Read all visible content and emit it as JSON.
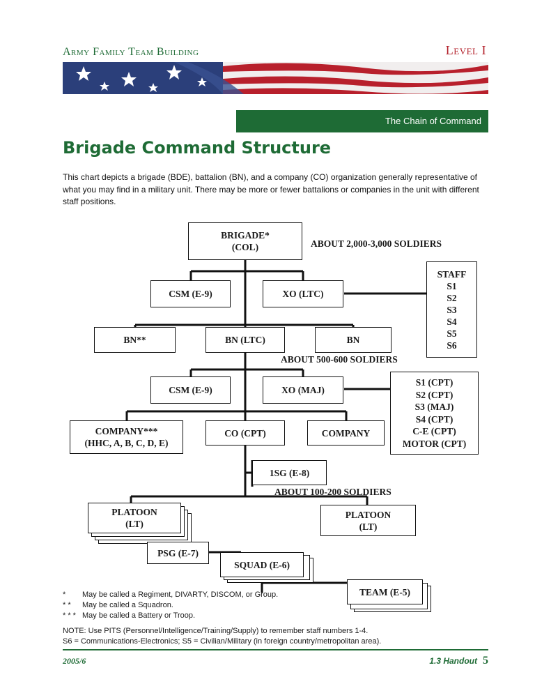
{
  "header": {
    "series_title": "Army Family Team Building",
    "level": "Level I",
    "section": "The Chain of Command"
  },
  "title": "Brigade Command Structure",
  "intro": "This chart depicts a brigade (BDE), battalion (BN), and a company (CO) organization generally representative of what you may find in a military unit. There may be more or fewer battalions or companies in the unit with different staff positions.",
  "chart": {
    "brigade": [
      "BRIGADE*",
      "(COL)"
    ],
    "brigade_size": "ABOUT 2,000-3,000 SOLDIERS",
    "bde_csm": "CSM (E-9)",
    "bde_xo": "XO (LTC)",
    "staff": [
      "STAFF",
      "S1",
      "S2",
      "S3",
      "S4",
      "S5",
      "S6"
    ],
    "bn_left": "BN**",
    "bn_center": "BN (LTC)",
    "bn_right": "BN",
    "bn_size": "ABOUT 500-600 SOLDIERS",
    "bn_csm": "CSM (E-9)",
    "bn_xo": "XO (MAJ)",
    "bn_staff": [
      "S1 (CPT)",
      "S2 (CPT)",
      "S3 (MAJ)",
      "S4 (CPT)",
      "C-E (CPT)",
      "MOTOR (CPT)"
    ],
    "company_left": [
      "COMPANY***",
      "(HHC, A, B, C, D, E)"
    ],
    "company_center": "CO (CPT)",
    "company_right": "COMPANY",
    "first_sergeant": "1SG (E-8)",
    "co_size": "ABOUT 100-200 SOLDIERS",
    "platoon_left": [
      "PLATOON",
      "(LT)"
    ],
    "platoon_right": [
      "PLATOON",
      "(LT)"
    ],
    "psg": "PSG (E-7)",
    "squad": "SQUAD (E-6)",
    "team": "TEAM (E-5)"
  },
  "notes": [
    {
      "mark": "*",
      "text": "May be called a Regiment, DIVARTY, DISCOM, or Group."
    },
    {
      "mark": "* *",
      "text": "May be called a Squadron."
    },
    {
      "mark": "* * *",
      "text": "May be called a Battery or Troop."
    }
  ],
  "note_lines": [
    "NOTE:  Use PITS (Personnel/Intelligence/Training/Supply) to remember staff numbers 1-4.",
    "S6 = Communications-Electronics; S5 = Civilian/Military (in foreign country/metropolitan area)."
  ],
  "footer": {
    "date": "2005/6",
    "handout": "1.3 Handout",
    "page": "5"
  }
}
